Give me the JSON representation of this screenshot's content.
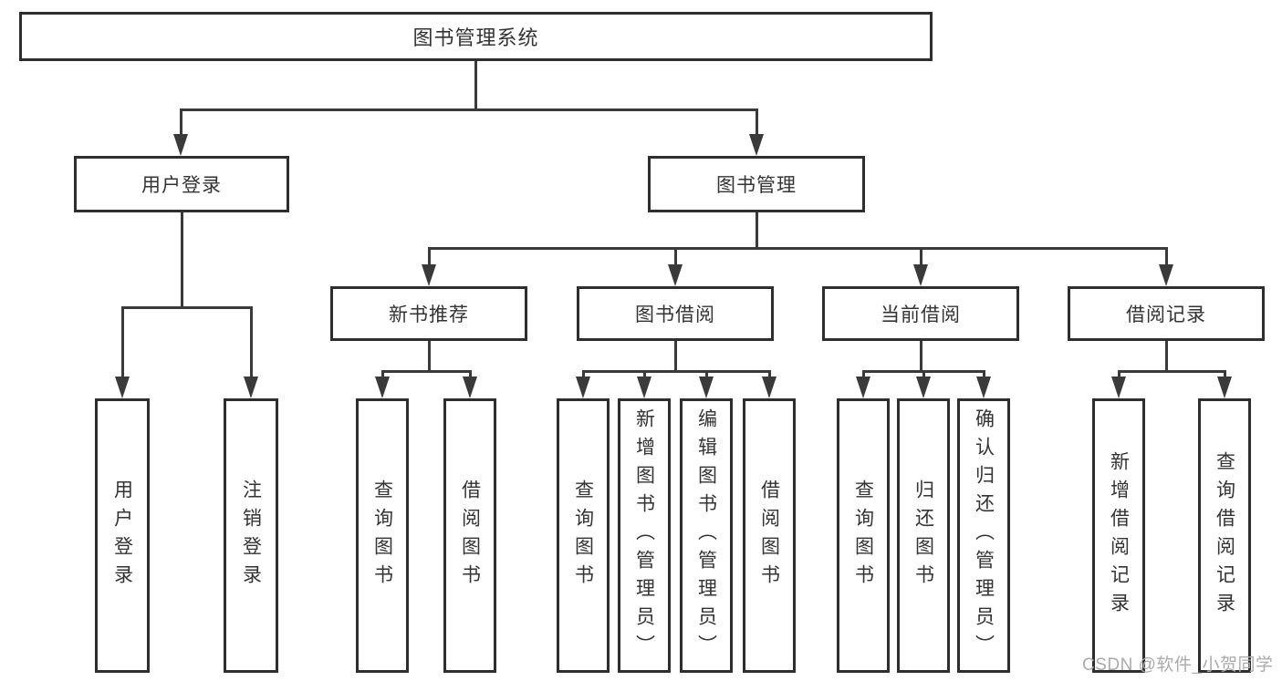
{
  "diagram": {
    "type": "hierarchy-tree",
    "root": {
      "label": "图书管理系统"
    },
    "level2": [
      {
        "id": "user-login",
        "label": "用户登录"
      },
      {
        "id": "book-management",
        "label": "图书管理"
      }
    ],
    "level3": [
      {
        "id": "new-book-recommendation",
        "parent": "book-management",
        "label": "新书推荐"
      },
      {
        "id": "book-borrowing",
        "parent": "book-management",
        "label": "图书借阅"
      },
      {
        "id": "current-borrowing",
        "parent": "book-management",
        "label": "当前借阅"
      },
      {
        "id": "borrowing-records",
        "parent": "book-management",
        "label": "借阅记录"
      }
    ],
    "leaves": [
      {
        "parent": "user-login",
        "label": "用户登录"
      },
      {
        "parent": "user-login",
        "label": "注销登录"
      },
      {
        "parent": "new-book-recommendation",
        "label": "查询图书"
      },
      {
        "parent": "new-book-recommendation",
        "label": "借阅图书"
      },
      {
        "parent": "book-borrowing",
        "label": "查询图书"
      },
      {
        "parent": "book-borrowing",
        "label": "新增图书（管理员）"
      },
      {
        "parent": "book-borrowing",
        "label": "编辑图书（管理员）"
      },
      {
        "parent": "book-borrowing",
        "label": "借阅图书"
      },
      {
        "parent": "current-borrowing",
        "label": "查询图书"
      },
      {
        "parent": "current-borrowing",
        "label": "归还图书"
      },
      {
        "parent": "current-borrowing",
        "label": "确认归还（管理员）"
      },
      {
        "parent": "borrowing-records",
        "label": "新增借阅记录"
      },
      {
        "parent": "borrowing-records",
        "label": "查询借阅记录"
      }
    ]
  },
  "watermark": {
    "text": "CSDN @软件_小贺同学"
  },
  "colors": {
    "line": "#3a3a3a",
    "box_border": "#2e2e2e",
    "text": "#333333",
    "background": "#ffffff",
    "watermark": "#ababab"
  }
}
